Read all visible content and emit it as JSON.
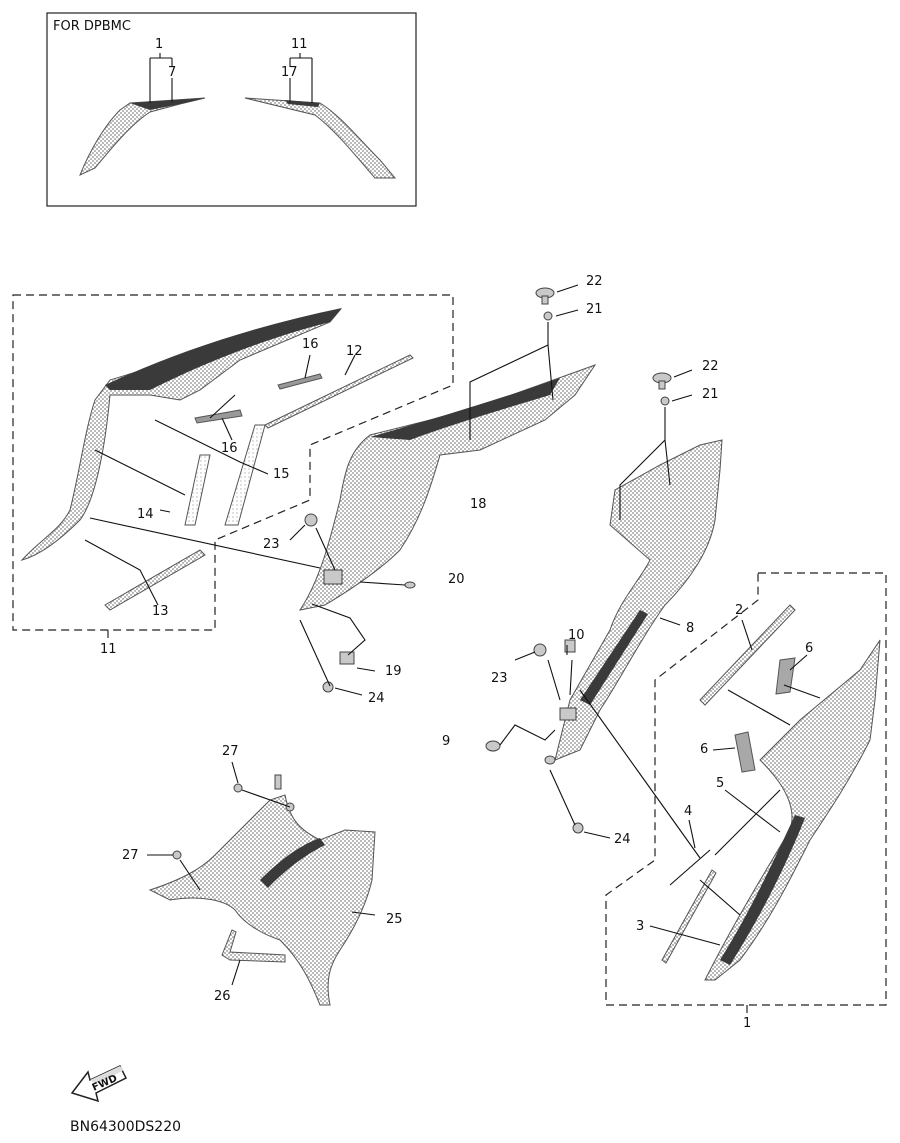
{
  "inset": {
    "title": "FOR DPBMC",
    "left_labels": [
      "1",
      "7"
    ],
    "right_labels": [
      "11",
      "17"
    ]
  },
  "callouts": [
    {
      "id": "c22a",
      "text": "22"
    },
    {
      "id": "c21a",
      "text": "21"
    },
    {
      "id": "c16a",
      "text": "16"
    },
    {
      "id": "c12",
      "text": "12"
    },
    {
      "id": "c22b",
      "text": "22"
    },
    {
      "id": "c21b",
      "text": "21"
    },
    {
      "id": "c16b",
      "text": "16"
    },
    {
      "id": "c15",
      "text": "15"
    },
    {
      "id": "c18",
      "text": "18"
    },
    {
      "id": "c14",
      "text": "14"
    },
    {
      "id": "c23a",
      "text": "23"
    },
    {
      "id": "c20",
      "text": "20"
    },
    {
      "id": "c13",
      "text": "13"
    },
    {
      "id": "c11",
      "text": "11"
    },
    {
      "id": "c19",
      "text": "19"
    },
    {
      "id": "c24a",
      "text": "24"
    },
    {
      "id": "c8",
      "text": "8"
    },
    {
      "id": "c2",
      "text": "2"
    },
    {
      "id": "c6a",
      "text": "6"
    },
    {
      "id": "c10",
      "text": "10"
    },
    {
      "id": "c23b",
      "text": "23"
    },
    {
      "id": "c9",
      "text": "9"
    },
    {
      "id": "c6b",
      "text": "6"
    },
    {
      "id": "c27a",
      "text": "27"
    },
    {
      "id": "c5",
      "text": "5"
    },
    {
      "id": "c4",
      "text": "4"
    },
    {
      "id": "c24b",
      "text": "24"
    },
    {
      "id": "c27b",
      "text": "27"
    },
    {
      "id": "c25",
      "text": "25"
    },
    {
      "id": "c3",
      "text": "3"
    },
    {
      "id": "c26",
      "text": "26"
    },
    {
      "id": "c1",
      "text": "1"
    }
  ],
  "fwd_label": "FWD",
  "diagram_code": "BN64300DS220"
}
